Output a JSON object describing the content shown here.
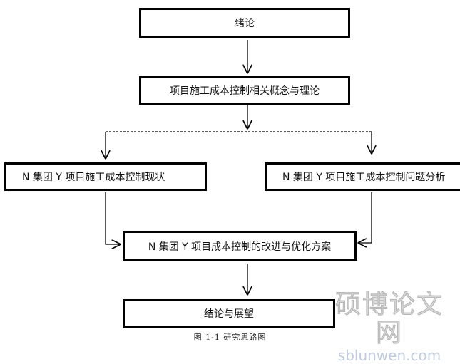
{
  "boxes": {
    "intro": "绪论",
    "theory": "项目施工成本控制相关概念与理论",
    "status": "N 集团 Y 项目施工成本控制现状",
    "problem": "N 集团 Y 项目施工成本控制问题分析",
    "improve": "N 集团 Y 项目成本控制的改进与优化方案",
    "conclusion": "结论与展望"
  },
  "caption": "图 1-1  研究思路图",
  "watermark": {
    "chinese": "硕博论文网",
    "url": "sblunwen.com"
  }
}
